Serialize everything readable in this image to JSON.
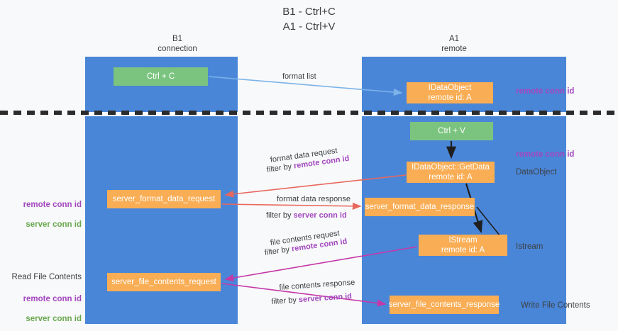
{
  "title": "B1 - Ctrl+C\nA1 - Ctrl+V",
  "columns": {
    "left": "B1\nconnection",
    "right": "A1\nremote"
  },
  "nodes": {
    "ctrl_c": "Ctrl + C",
    "idataobject": "IDataObject\nremote id: A",
    "ctrl_v": "Ctrl + V",
    "getdata": "IDataObject::GetData\nremote id: A",
    "server_format_data_request": "server_format_data_request",
    "server_format_data_response": "server_format_data_response",
    "istream": "IStream\nremote id: A",
    "server_file_contents_request": "server_file_contents_request",
    "server_file_contents_response": "server_file_contents_response"
  },
  "side_labels": {
    "remote_conn_id_top": "remote conn id",
    "remote_conn_id_mid": "remote conn id",
    "dataobject": "DataObject",
    "istream": "Istream",
    "write_file_contents": "Write File Contents",
    "read_file_contents": "Read File Contents",
    "remote_conn_id": "remote conn id",
    "server_conn_id": "server conn id"
  },
  "edges": {
    "format_list": "format list",
    "format_data_request": "format data request",
    "filter_by_prefix": "filter by ",
    "filter_remote_conn_id": "remote conn id",
    "filter_server_conn_id": "server conn id",
    "format_data_response": "format data response",
    "file_contents_request": "file contents request",
    "file_contents_response": "file contents response"
  },
  "colors": {
    "lane": "#4a86d8",
    "node_green": "#7bc47f",
    "node_orange": "#f9ad54",
    "purple": "#a347bf",
    "green_text": "#6aa84f",
    "arrow_lightblue": "#7cb3e8",
    "arrow_red": "#e8685e",
    "arrow_magenta": "#c438a8",
    "arrow_black": "#1f1f1f",
    "background": "#f8f9fa"
  }
}
